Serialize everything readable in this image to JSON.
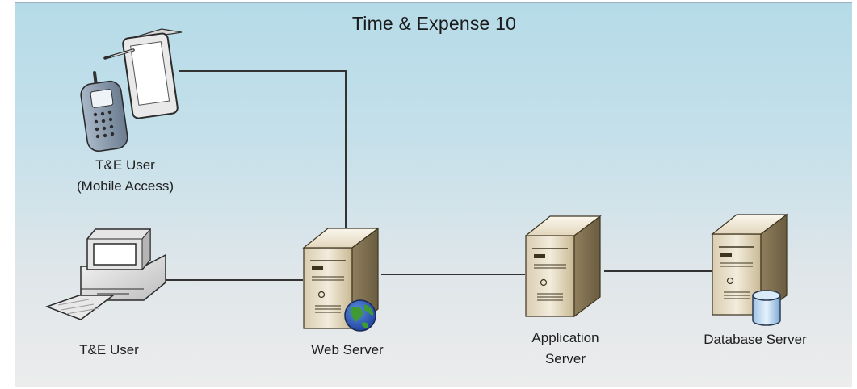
{
  "diagram": {
    "title": "Time & Expense 10",
    "nodes": {
      "mobile_user": {
        "line1": "T&E User",
        "line2": "(Mobile Access)"
      },
      "desktop_user": {
        "label": "T&E User"
      },
      "web_server": {
        "label": "Web Server"
      },
      "app_server": {
        "line1": "Application",
        "line2": "Server"
      },
      "db_server": {
        "label": "Database Server"
      }
    },
    "connections": [
      [
        "mobile_user",
        "web_server"
      ],
      [
        "desktop_user",
        "web_server"
      ],
      [
        "web_server",
        "app_server"
      ],
      [
        "app_server",
        "db_server"
      ]
    ],
    "icons": {
      "tablet": "tablet-icon",
      "phone": "cell-phone-icon",
      "desktop": "desktop-computer-icon",
      "server": "tower-server-icon",
      "globe": "globe-icon",
      "database": "database-cylinder-icon"
    },
    "colors": {
      "background_top": "#b5dbe8",
      "background_bottom": "#ececec",
      "connector": "#333333"
    }
  }
}
